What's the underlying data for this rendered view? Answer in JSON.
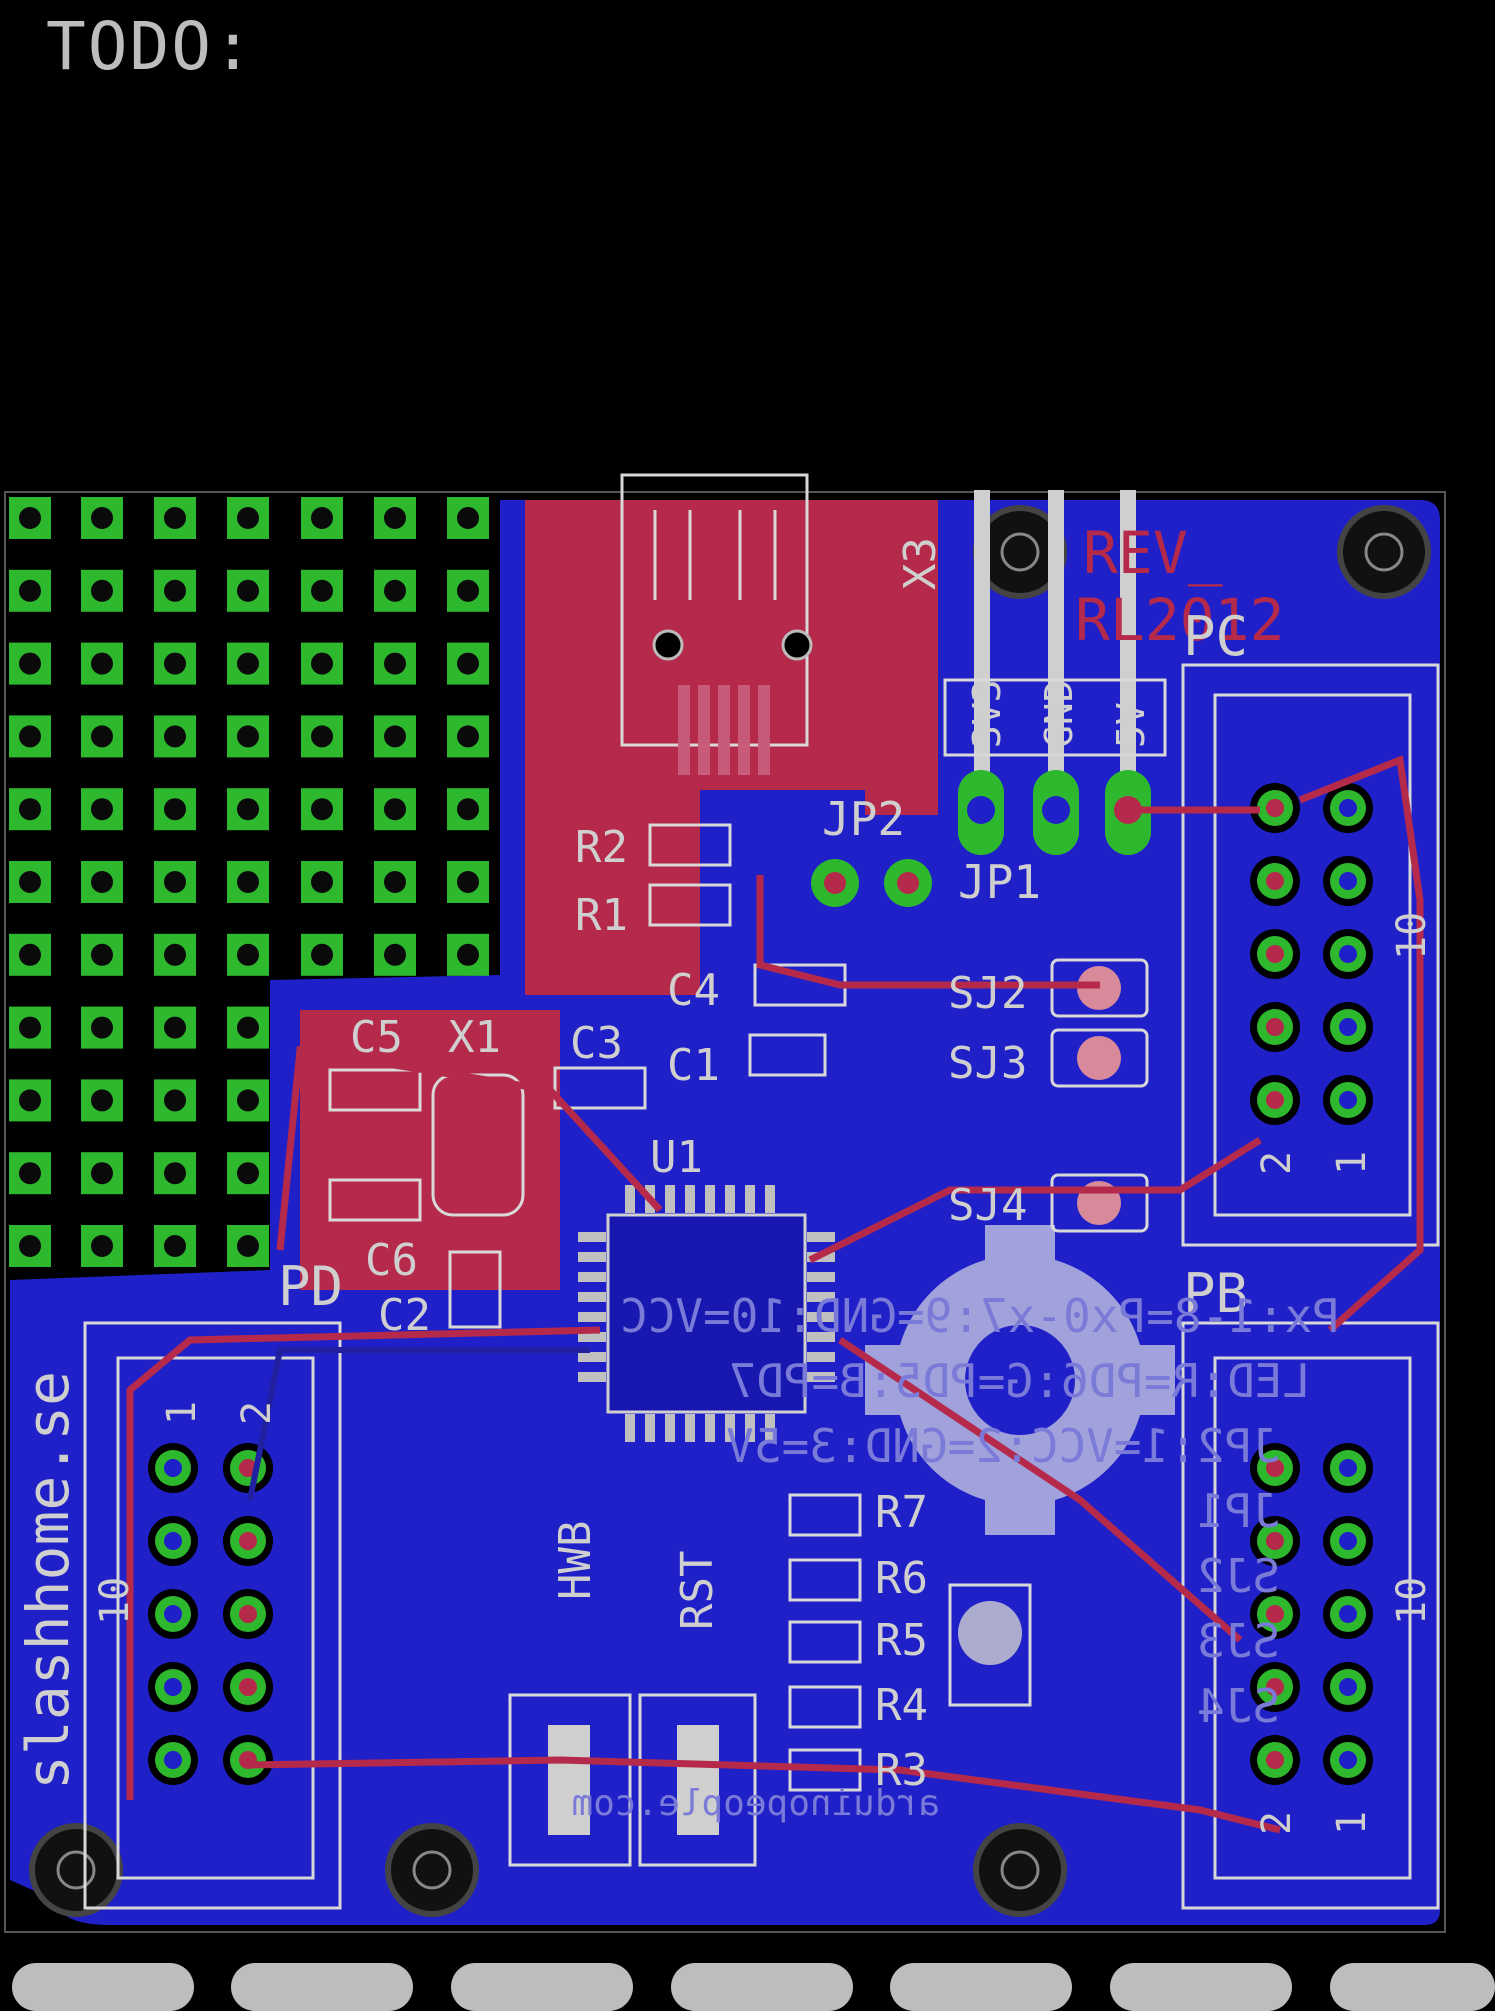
{
  "note": {
    "text": "TODO:"
  },
  "board": {
    "colors": {
      "background": "#000000",
      "bottom_copper": "#2020c8",
      "top_copper": "#b52a4a",
      "pad": "#2db82d",
      "silkscreen": "#d0d0d0"
    },
    "revision": {
      "line1": "REV_",
      "line2": "RL2012"
    },
    "side_text": "slashhome.se",
    "mirror_text": [
      "Px:1-8=Px0-x7:9=GND:10=VCC",
      "LED:R=PD6:G=PD5:B=PD7",
      "JP2:1=VCC:2=GND:3=5V",
      "JP1",
      "SJ2",
      "SJ3",
      "SJ4",
      "arduinopeople.com"
    ],
    "components": {
      "r1": "R1",
      "r2": "R2",
      "r3": "R3",
      "r4": "R4",
      "r5": "R5",
      "r6": "R6",
      "r7": "R7",
      "c1": "C1",
      "c2": "C2",
      "c3": "C3",
      "c4": "C4",
      "c5": "C5",
      "c6": "C6",
      "x1": "X1",
      "x3": "X3",
      "u1": "U1",
      "jp1": "JP1",
      "jp2": "JP2",
      "sj2": "SJ2",
      "sj3": "SJ3",
      "sj4": "SJ4",
      "pc": "PC",
      "pb": "PB",
      "pd": "PD",
      "hwb": "HWB",
      "rst": "RST"
    },
    "power_header": {
      "pin1": "3V3",
      "pin2": "GND",
      "pin3": "5V"
    },
    "connector_pins": {
      "ten": "10",
      "two": "2",
      "one": "1"
    }
  }
}
